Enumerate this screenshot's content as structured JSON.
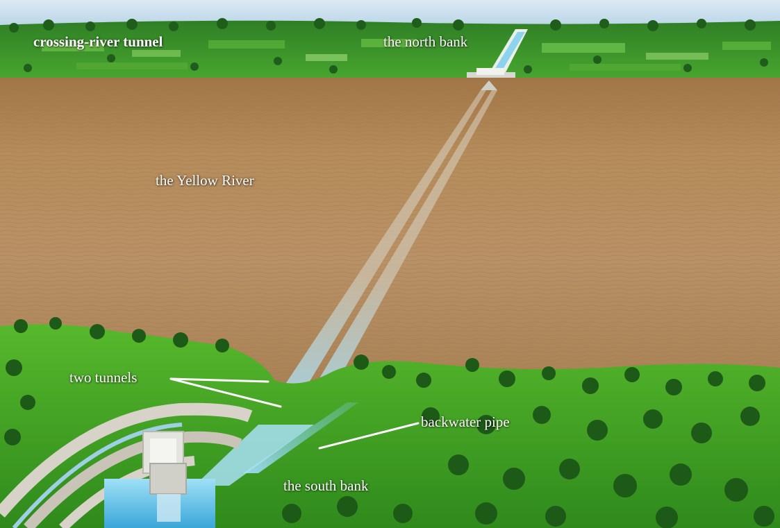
{
  "labels": {
    "crossing_river_tunnel": "crossing-river tunnel",
    "north_bank": "the north bank",
    "yellow_river": "the Yellow River",
    "two_tunnels": "two tunnels",
    "backwater_pipe": "backwater pipe",
    "south_bank": "the south bank"
  },
  "colors": {
    "sky": "#cfe3f1",
    "field_green": "#3f9a2c",
    "river_brown": "#b48a57",
    "grass_green": "#3da51f",
    "water_blue": "#8fd2ee",
    "label_white": "#ffffff"
  }
}
